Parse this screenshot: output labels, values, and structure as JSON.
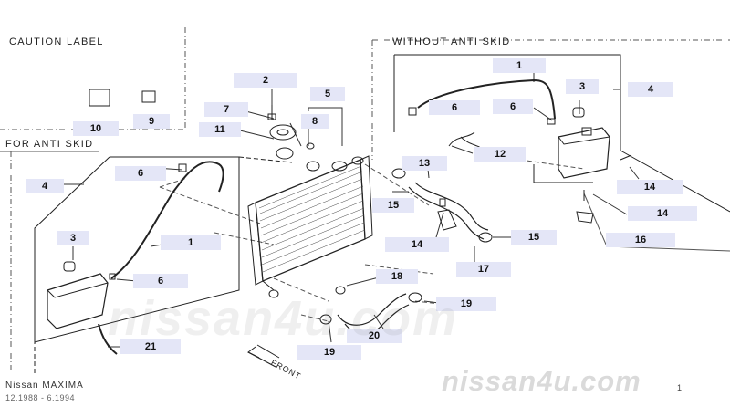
{
  "sections": {
    "caution_label": "CAUTION LABEL",
    "without_anti_skid": "WITHOUT ANTI SKID",
    "for_anti_skid": "FOR ANTI SKID"
  },
  "callouts": {
    "c1_top": "1",
    "c2": "2",
    "c3_right": "3",
    "c4_right": "4",
    "c5": "5",
    "c6_right": "6",
    "c6_mid": "6",
    "c7": "7",
    "c8": "8",
    "c9": "9",
    "c10": "10",
    "c11": "11",
    "c12": "12",
    "c13": "13",
    "c14_a": "14",
    "c14_b": "14",
    "c14_c": "14",
    "c15_a": "15",
    "c15_b": "15",
    "c16": "16",
    "c17": "17",
    "c18": "18",
    "c19_a": "19",
    "c19_b": "19",
    "c20": "20",
    "c4_left": "4",
    "c6_left_a": "6",
    "c3_left": "3",
    "c1_left": "1",
    "c6_left_b": "6",
    "c21": "21"
  },
  "footer": {
    "model": "Nissan MAXIMA",
    "dates": "12.1988 - 6.1994",
    "page_mark": "1"
  },
  "front_label": "FRONT",
  "watermark": {
    "main": "nissan4u.com",
    "corner": "nissan4u.com"
  }
}
